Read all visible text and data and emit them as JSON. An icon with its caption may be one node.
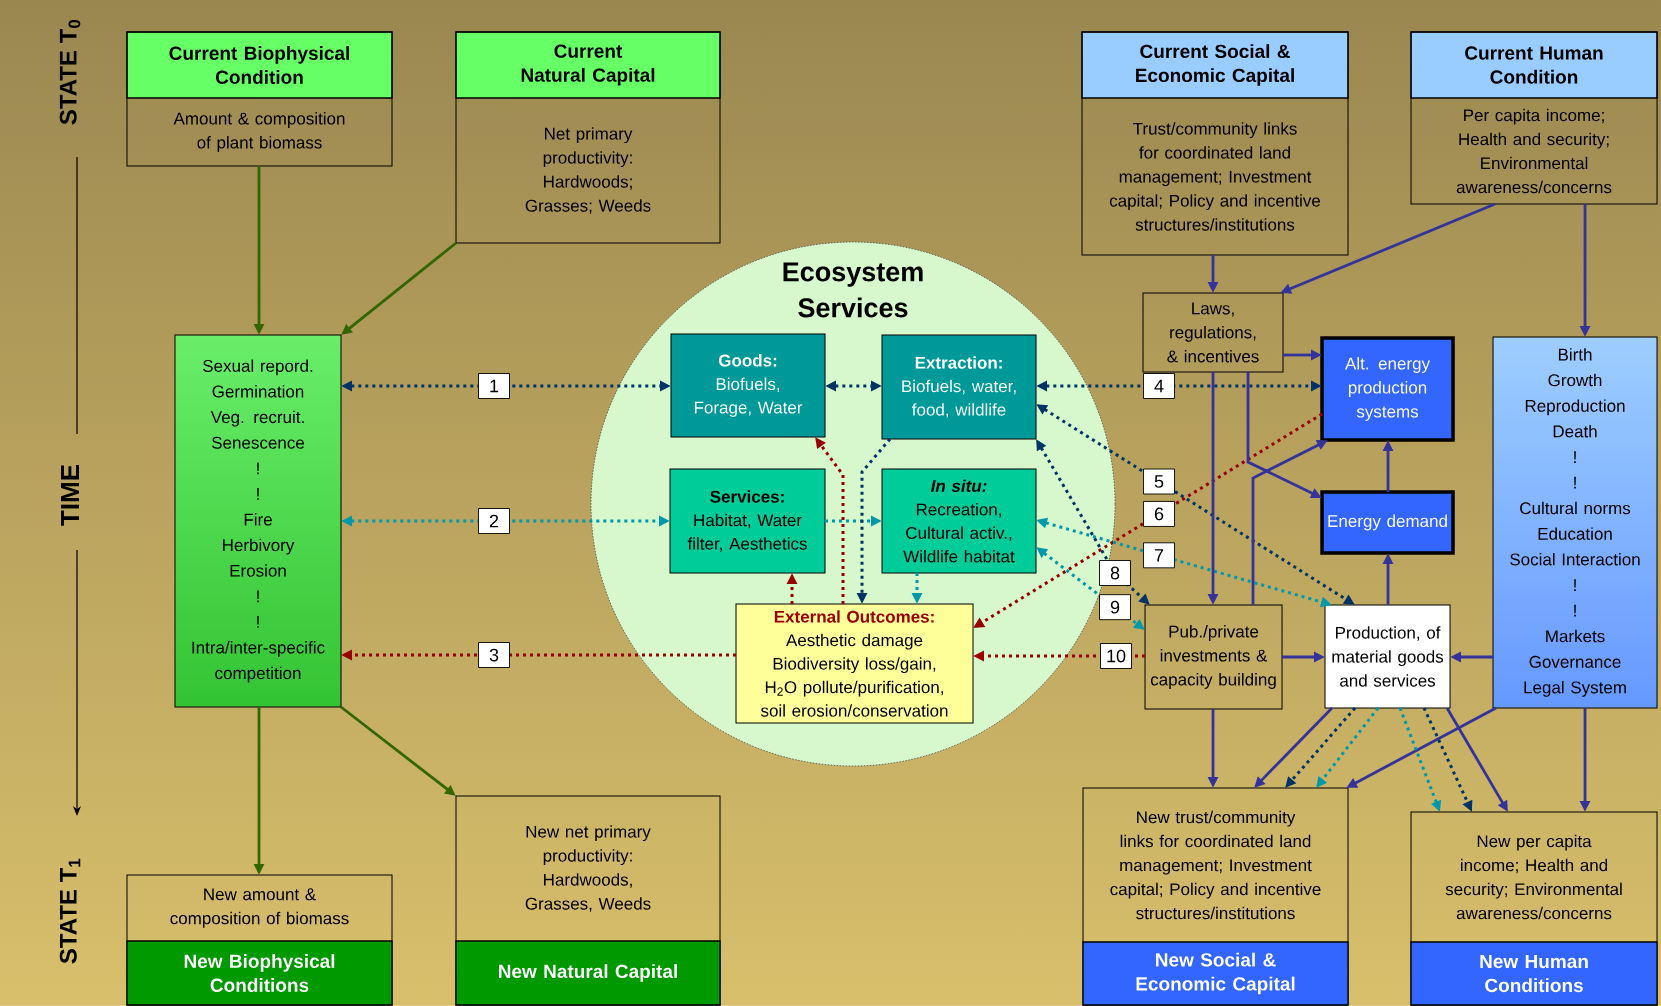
{
  "diagram": {
    "nodes": [
      {
        "text": [
          "Current Biophysical Condition",
          "Amount & composition of plant biomass"
        ]
      },
      {
        "text": [
          "Current Natural Capital",
          "Net primary productivity: Hardwoods; Grasses; Weeds"
        ]
      },
      {
        "text": [
          "Current Social & Economic Capital",
          "Trust/community links for coordinated land management; Investment capital; Policy and incentive structures/institutions"
        ]
      },
      {
        "text": [
          "Current Human Condition",
          "Per capita income; Health and security; Environmental awareness/concerns"
        ]
      },
      {
        "text": [
          "Sexual repord.",
          "Germination",
          "Veg. recruit.",
          "Senescence",
          "!",
          "!",
          "Fire",
          "Herbivory",
          "Erosion",
          "!",
          "!",
          "Intra/inter-specific competition"
        ]
      },
      {
        "text": [
          "Ecosystem Services"
        ]
      },
      {
        "text": [
          "Goods:",
          "Biofuels, Forage, Water"
        ],
        "in": 5
      },
      {
        "text": [
          "Extraction:",
          "Biofuels, water, food, wildlife"
        ],
        "in": 5
      },
      {
        "text": [
          "Services:",
          "Habitat, Water filter, Aesthetics"
        ],
        "in": 5
      },
      {
        "text": [
          "In situ:",
          "Recreation, Cultural activ., Wildlife habitat"
        ],
        "in": 5
      },
      {
        "text": [
          "External Outcomes:",
          "Aesthetic damage Biodiversity loss/gain, H$_{2}$O pollute/purification, soil erosion/conservation"
        ],
        "in": 5
      },
      {
        "text": [
          "Laws, regulations, & incentives"
        ]
      },
      {
        "text": [
          "Alt. energy production systems"
        ]
      },
      {
        "text": [
          "Energy demand"
        ]
      },
      {
        "text": [
          "Birth",
          "Growth",
          "Reproduction",
          "Death",
          "!",
          "!",
          "Cultural norms",
          "Education",
          "Social Interaction",
          "!",
          "!",
          "Markets",
          "Governance",
          "Legal System"
        ]
      },
      {
        "text": [
          "Pub./private investments & capacity building"
        ]
      },
      {
        "text": [
          "Production, of material goods and services"
        ]
      },
      {
        "text": [
          "New amount & composition of biomass",
          "New Biophysical Conditions"
        ]
      },
      {
        "text": [
          "New net primary productivity: Hardwoods, Grasses, Weeds",
          "New Natural Capital"
        ]
      },
      {
        "text": [
          "New trust/community links for coordinated land management; Investment capital; Policy and incentive structures/institutions",
          "New Social & Economic Capital"
        ]
      },
      {
        "text": [
          "New per capita income; Health and security; Environmental awareness/concerns",
          "New Human Conditions"
        ]
      }
    ],
    "edges": [
      {
        "from": 0,
        "to": 4,
        "arrow": "to",
        "color": "#336600"
      },
      {
        "from": 1,
        "to": 4,
        "arrow": "to",
        "color": "#336600"
      },
      {
        "from": 4,
        "to": 17,
        "arrow": "to",
        "color": "#336600"
      },
      {
        "from": 4,
        "to": 18,
        "arrow": "to",
        "color": "#336600"
      },
      {
        "from": 4,
        "to": 6,
        "arrow": "both",
        "style": "dashed",
        "color": "#003366",
        "label": "1"
      },
      {
        "from": 4,
        "to": 8,
        "arrow": "both",
        "style": "dashed",
        "color": "#0099aa",
        "label": "2"
      },
      {
        "from": 10,
        "to": 4,
        "arrow": "to",
        "style": "dashed",
        "color": "#990000",
        "label": "3"
      },
      {
        "from": 6,
        "to": 7,
        "arrow": "both",
        "style": "dashed",
        "color": "#003366"
      },
      {
        "from": 8,
        "to": 9,
        "arrow": "to",
        "style": "dashed",
        "color": "#0099aa"
      },
      {
        "from": 10,
        "to": 6,
        "arrow": "to",
        "style": "dashed",
        "color": "#990000"
      },
      {
        "from": 10,
        "to": 8,
        "arrow": "to",
        "style": "dashed",
        "color": "#990000"
      },
      {
        "from": 7,
        "to": 10,
        "arrow": "to",
        "style": "dashed",
        "color": "#003366"
      },
      {
        "from": 9,
        "to": 10,
        "arrow": "to",
        "style": "dashed",
        "color": "#0099aa"
      },
      {
        "from": 7,
        "to": 12,
        "arrow": "both",
        "style": "dashed",
        "color": "#003366",
        "label": "4"
      },
      {
        "from": 7,
        "to": 16,
        "arrow": "both",
        "style": "dashed",
        "color": "#003366",
        "label": "5"
      },
      {
        "from": 12,
        "to": 10,
        "arrow": "to",
        "style": "dashed",
        "color": "#990000",
        "label": "6"
      },
      {
        "from": 9,
        "to": 16,
        "arrow": "both",
        "style": "dashed",
        "color": "#0099aa",
        "label": "7"
      },
      {
        "from": 7,
        "to": 15,
        "arrow": "both",
        "style": "dashed",
        "color": "#003366",
        "label": "8"
      },
      {
        "from": 9,
        "to": 15,
        "arrow": "both",
        "style": "dashed",
        "color": "#0099aa",
        "label": "9"
      },
      {
        "from": 15,
        "to": 10,
        "arrow": "to",
        "style": "dashed",
        "color": "#990000",
        "label": "10"
      },
      {
        "from": 2,
        "to": 11,
        "arrow": "to"
      },
      {
        "from": 3,
        "to": 11,
        "arrow": "to"
      },
      {
        "from": 3,
        "to": 14,
        "arrow": "to"
      },
      {
        "from": 11,
        "to": 12,
        "arrow": "to"
      },
      {
        "from": 11,
        "to": 15,
        "arrow": "to"
      },
      {
        "from": 11,
        "to": 13,
        "arrow": "to"
      },
      {
        "from": 15,
        "to": 12,
        "arrow": "to"
      },
      {
        "from": 13,
        "to": 12,
        "arrow": "to"
      },
      {
        "from": 16,
        "to": 13,
        "arrow": "to"
      },
      {
        "from": 15,
        "to": 16,
        "arrow": "to"
      },
      {
        "from": 14,
        "to": 16,
        "arrow": "to"
      },
      {
        "from": 15,
        "to": 19,
        "arrow": "to"
      },
      {
        "from": 16,
        "to": 19,
        "arrow": "to"
      },
      {
        "from": 16,
        "to": 19,
        "arrow": "to",
        "style": "dashed",
        "color": "#003366"
      },
      {
        "from": 16,
        "to": 19,
        "arrow": "to",
        "style": "dashed",
        "color": "#0099aa"
      },
      {
        "from": 14,
        "to": 19,
        "arrow": "to"
      },
      {
        "from": 16,
        "to": 20,
        "arrow": "to",
        "style": "dashed",
        "color": "#0099aa"
      },
      {
        "from": 16,
        "to": 20,
        "arrow": "to",
        "style": "dashed",
        "color": "#003366"
      },
      {
        "from": 16,
        "to": 20,
        "arrow": "to"
      },
      {
        "from": 14,
        "to": 20,
        "arrow": "to"
      }
    ],
    "labels": [
      "STATE T$_{0}$",
      "TIME",
      "STATE T$_{1}$"
    ]
  }
}
